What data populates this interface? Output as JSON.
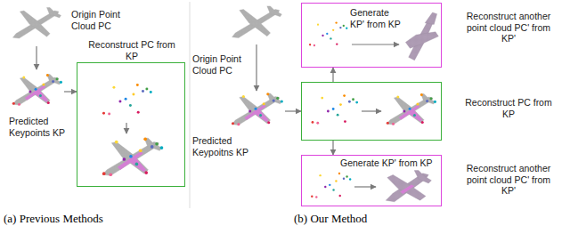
{
  "diagram": {
    "nodes": [
      {
        "text": [
          "Origin Point Cloud PC"
        ]
      },
      {
        "text": [
          "Predicted Keypoints KP"
        ]
      },
      {
        "text": [
          "Reconstruct PC from KP"
        ]
      },
      {
        "text": [
          "Origin Point Cloud PC"
        ]
      },
      {
        "text": [
          "Predicted Keypoitns KP"
        ]
      },
      {
        "text": [
          "Reconstruct another point cloud PC' from KP'"
        ]
      },
      {
        "text": [
          "Reconstruct PC from KP"
        ]
      },
      {
        "text": [
          "Reconstruct another point cloud PC' from KP'"
        ]
      }
    ],
    "edges": [
      {
        "from": 0,
        "to": 1,
        "arrow": "to"
      },
      {
        "from": 1,
        "to": 2,
        "arrow": "to"
      },
      {
        "from": 3,
        "to": 4,
        "arrow": "to"
      },
      {
        "from": 4,
        "to": 6,
        "arrow": "to"
      },
      {
        "from": 6,
        "to": 5,
        "arrow": "to",
        "label": "Generate KP' from KP"
      },
      {
        "from": 6,
        "to": 7,
        "arrow": "to",
        "label": "Generate KP' from KP"
      }
    ],
    "labels": [
      "(a) Previous Methods",
      "(b) Our Method"
    ]
  }
}
